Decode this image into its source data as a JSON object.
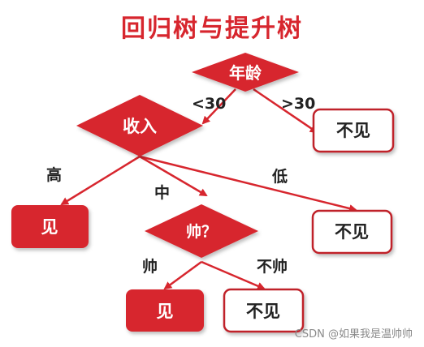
{
  "title": "回归树与提升树",
  "colors": {
    "red": "#d7262e",
    "dark_text": "#222222",
    "white": "#ffffff"
  },
  "nodes": {
    "age": "年龄",
    "income": "收入",
    "handsome": "帅？",
    "meet_1": "见",
    "meet_2": "见",
    "no_meet_1": "不见",
    "no_meet_2": "不见",
    "no_meet_3": "不见"
  },
  "edges": {
    "age_lt": "<30",
    "age_gt": ">30",
    "income_high": "高",
    "income_mid": "中",
    "income_low": "低",
    "handsome_yes": "帅",
    "handsome_no": "不帅"
  },
  "watermark": "CSDN @如果我是温帅帅"
}
